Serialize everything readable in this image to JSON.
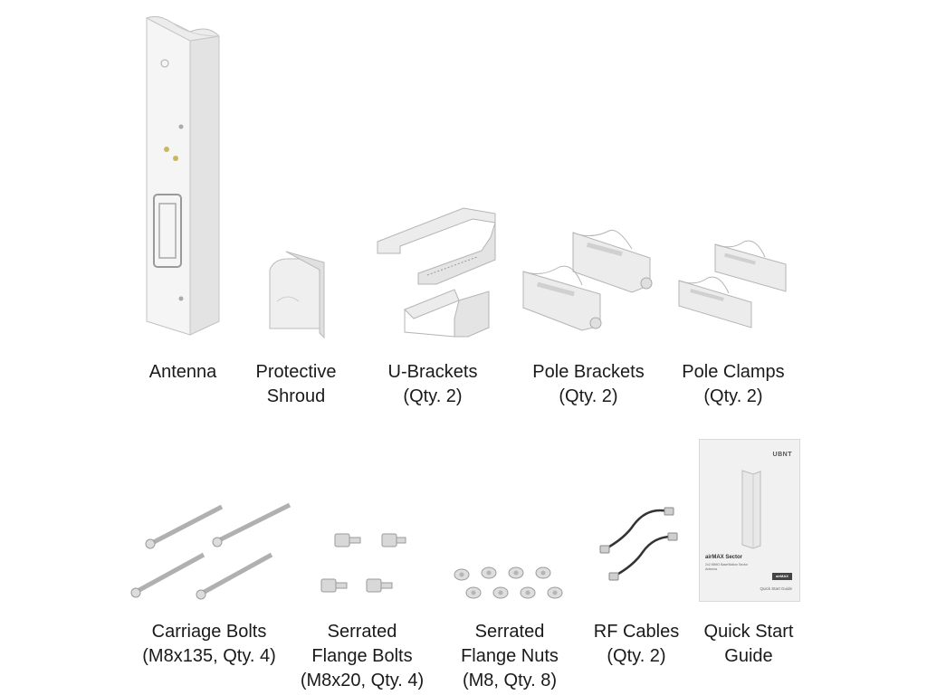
{
  "items": [
    {
      "name": "antenna",
      "lines": [
        "Antenna"
      ]
    },
    {
      "name": "protective-shroud",
      "lines": [
        "Protective",
        "Shroud"
      ]
    },
    {
      "name": "u-brackets",
      "lines": [
        "U-Brackets",
        "(Qty. 2)"
      ]
    },
    {
      "name": "pole-brackets",
      "lines": [
        "Pole Brackets",
        "(Qty. 2)"
      ]
    },
    {
      "name": "pole-clamps",
      "lines": [
        "Pole Clamps",
        "(Qty. 2)"
      ]
    },
    {
      "name": "carriage-bolts",
      "lines": [
        "Carriage Bolts",
        "(M8x135, Qty. 4)"
      ]
    },
    {
      "name": "serrated-flange-bolts",
      "lines": [
        "Serrated",
        "Flange Bolts",
        "(M8x20, Qty. 4)"
      ]
    },
    {
      "name": "serrated-flange-nuts",
      "lines": [
        "Serrated",
        "Flange Nuts",
        "(M8, Qty. 8)"
      ]
    },
    {
      "name": "rf-cables",
      "lines": [
        "RF Cables",
        "(Qty. 2)"
      ]
    },
    {
      "name": "quick-start-guide",
      "lines": [
        "Quick Start",
        "Guide"
      ]
    }
  ],
  "guide": {
    "logo": "UBNT",
    "title": "airMAX Sector",
    "subtitle": "2x2 MIMO BaseStation Sector Antenna",
    "badge": "airMAX",
    "footer": "Quick Start Guide"
  }
}
